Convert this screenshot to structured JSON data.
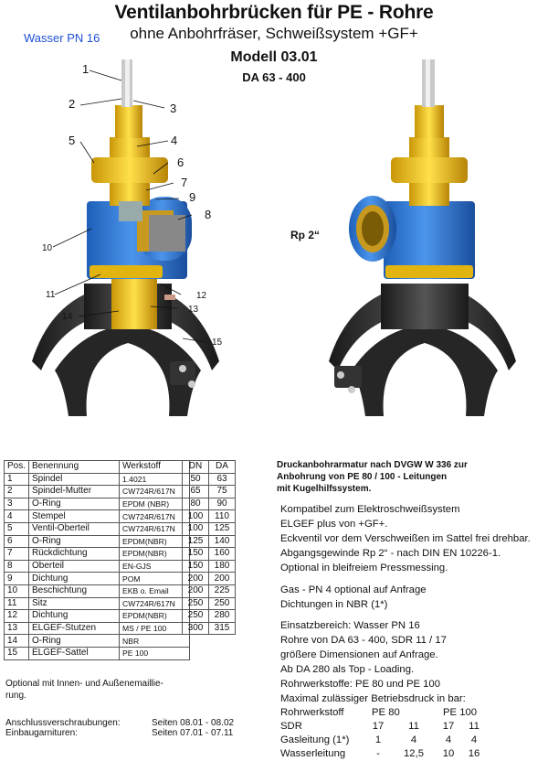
{
  "header": {
    "title": "Ventilanbohrbrücken für PE - Rohre",
    "subtitle": "ohne Anbohrfräser,  Schweißsystem +GF+",
    "badge": "Wasser PN 16",
    "model": "Modell 03.01",
    "range": "DA 63 - 400"
  },
  "figure": {
    "rp_label": "Rp 2“",
    "callouts": [
      "1",
      "2",
      "3",
      "4",
      "5",
      "6",
      "7",
      "8",
      "9",
      "10",
      "11",
      "12",
      "13",
      "14",
      "15"
    ]
  },
  "parts_table": {
    "headers": [
      "Pos.",
      "Benennung",
      "Werkstoff"
    ],
    "rows": [
      [
        "1",
        "Spindel",
        "1.4021"
      ],
      [
        "2",
        "Spindel-Mutter",
        "CW724R/617N"
      ],
      [
        "3",
        "O-Ring",
        "EPDM (NBR)"
      ],
      [
        "4",
        "Stempel",
        "CW724R/617N"
      ],
      [
        "5",
        "Ventil-Oberteil",
        "CW724R/617N"
      ],
      [
        "6",
        "O-Ring",
        "EPDM(NBR)"
      ],
      [
        "7",
        "Rückdichtung",
        "EPDM(NBR)"
      ],
      [
        "8",
        "Oberteil",
        "EN-GJS"
      ],
      [
        "9",
        "Dichtung",
        "POM"
      ],
      [
        "10",
        "Beschichtung",
        "EKB o. Email"
      ],
      [
        "11",
        "Sitz",
        "CW724R/617N"
      ],
      [
        "12",
        "Dichtung",
        "EPDM(NBR)"
      ],
      [
        "13",
        "ELGEF-Stutzen",
        "MS / PE 100"
      ],
      [
        "14",
        "O-Ring",
        "NBR"
      ],
      [
        "15",
        "ELGEF-Sattel",
        "PE 100"
      ]
    ]
  },
  "dn_table": {
    "headers": [
      "DN",
      "DA"
    ],
    "rows": [
      [
        "50",
        "63"
      ],
      [
        "65",
        "75"
      ],
      [
        "80",
        "90"
      ],
      [
        "100",
        "110"
      ],
      [
        "100",
        "125"
      ],
      [
        "125",
        "140"
      ],
      [
        "150",
        "160"
      ],
      [
        "150",
        "180"
      ],
      [
        "200",
        "200"
      ],
      [
        "200",
        "225"
      ],
      [
        "250",
        "250"
      ],
      [
        "250",
        "280"
      ],
      [
        "300",
        "315"
      ]
    ]
  },
  "notes": {
    "enamel_line1": "Optional mit Innen- und Außenemaillie-",
    "enamel_line2": "rung.",
    "anschluss_label": "Anschlussverschraubungen:",
    "anschluss_pages": "Seiten  08.01 - 08.02",
    "einbau_label": "Einbaugarnituren:",
    "einbau_pages": "Seiten  07.01 - 07.11"
  },
  "description": {
    "intro": [
      "Druckanbohrarmatur nach DVGW W 336 zur",
      "Anbohrung von PE 80 / 100 - Leitungen",
      "mit Kugelhilfssystem."
    ],
    "features": [
      "Kompatibel zum Elektroschweißsystem",
      "ELGEF plus von +GF+.",
      "Eckventil vor dem Verschweißen im Sattel frei drehbar.",
      "Abgangsgewinde Rp 2“ - nach DIN EN 10226-1.",
      "Optional in bleifreiem Pressmessing."
    ],
    "gas": [
      "Gas - PN 4 optional auf Anfrage",
      "Dichtungen in NBR (1*)"
    ],
    "usage": [
      "Einsatzbereich:  Wasser PN 16",
      "Rohre von DA 63 - 400, SDR 11 / 17",
      "größere Dimensionen auf Anfrage.",
      "Ab DA 280 als Top - Loading.",
      "Rohrwerkstoffe:  PE 80 und PE 100",
      "Maximal zulässiger Betriebsdruck in bar:"
    ],
    "pressure": {
      "header": [
        "Rohrwerkstoff",
        "PE  80",
        "PE 100"
      ],
      "rows": [
        [
          "SDR",
          "17",
          "11",
          "17",
          "11"
        ],
        [
          "Gasleitung (1*)",
          "1",
          "4",
          "4",
          "4"
        ],
        [
          "Wasserleitung",
          "-",
          "12,5",
          "10",
          "16"
        ]
      ]
    }
  },
  "colors": {
    "blue": "#2f78d8",
    "brass": "#f2c21a",
    "black": "#2a2a2a",
    "badge": "#1f4fd6"
  }
}
